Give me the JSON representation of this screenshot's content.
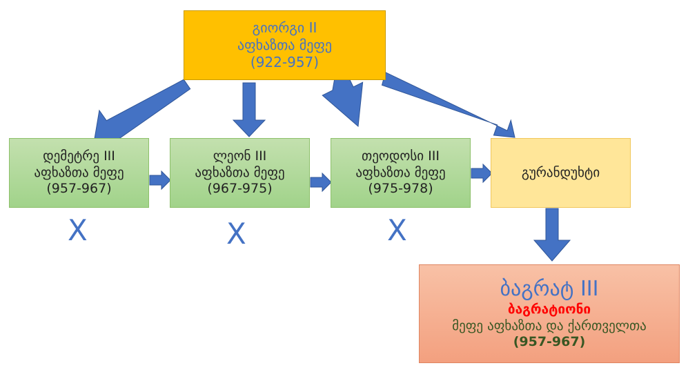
{
  "root": {
    "name": "გიორგი II",
    "title": "აფხაზთა მეფე",
    "years": "(922-957)"
  },
  "kings": [
    {
      "name": "დემეტრე III",
      "title": "აფხაზთა მეფე",
      "years": "(957-967)"
    },
    {
      "name": "ლეონ III",
      "title": "აფხაზთა მეფე",
      "years": "(967-975)"
    },
    {
      "name": "თეოდოსი III",
      "title": "აფხაზთა მეფე",
      "years": "(975-978)"
    }
  ],
  "gurandukht": {
    "name": "გურანდუხტი"
  },
  "bagrat": {
    "name": "ბაგრატ III",
    "dynasty": "ბაგრატიონი",
    "title": "მეფე აფხაზთა და ქართველთა",
    "years": "(957-967)"
  },
  "x_marks": [
    "X",
    "X",
    "X"
  ],
  "colors": {
    "arrow": "#4472c4",
    "root_fill": "#ffc000",
    "king_fill": "#a9d18e",
    "gurandukht_fill": "#ffe699",
    "bagrat_fill": "#f4b183"
  }
}
